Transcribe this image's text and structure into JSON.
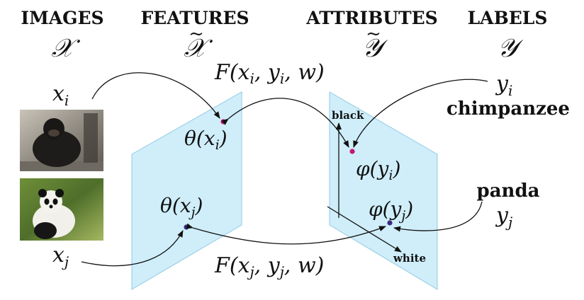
{
  "headers": {
    "images": "IMAGES",
    "features": "FEATURES",
    "attributes": "ATTRIBUTES",
    "labels": "LABELS"
  },
  "symbols": {
    "images": "𝒳",
    "features": "𝒳",
    "features_tilde": "~",
    "attributes": "𝒴",
    "attributes_tilde": "~",
    "labels": "𝒴"
  },
  "images": {
    "xi": "xi",
    "xj": "xj"
  },
  "features": {
    "theta_xi": "θ(xi)",
    "theta_xj": "θ(xj)"
  },
  "attributes": {
    "phi_yi": "φ(yi)",
    "phi_yj": "φ(yj)",
    "axis_black": "black",
    "axis_white": "white"
  },
  "labels": {
    "yi": "yi",
    "yi_class": "chimpanzee",
    "yj": "yj",
    "yj_class": "panda"
  },
  "compat": {
    "top": "F(xi, yi, w)",
    "bottom": "F(xj, yj, w)"
  },
  "colors": {
    "plane": "#cfeefa",
    "point_i": "#c2187a",
    "point_j": "#3a2a80"
  }
}
